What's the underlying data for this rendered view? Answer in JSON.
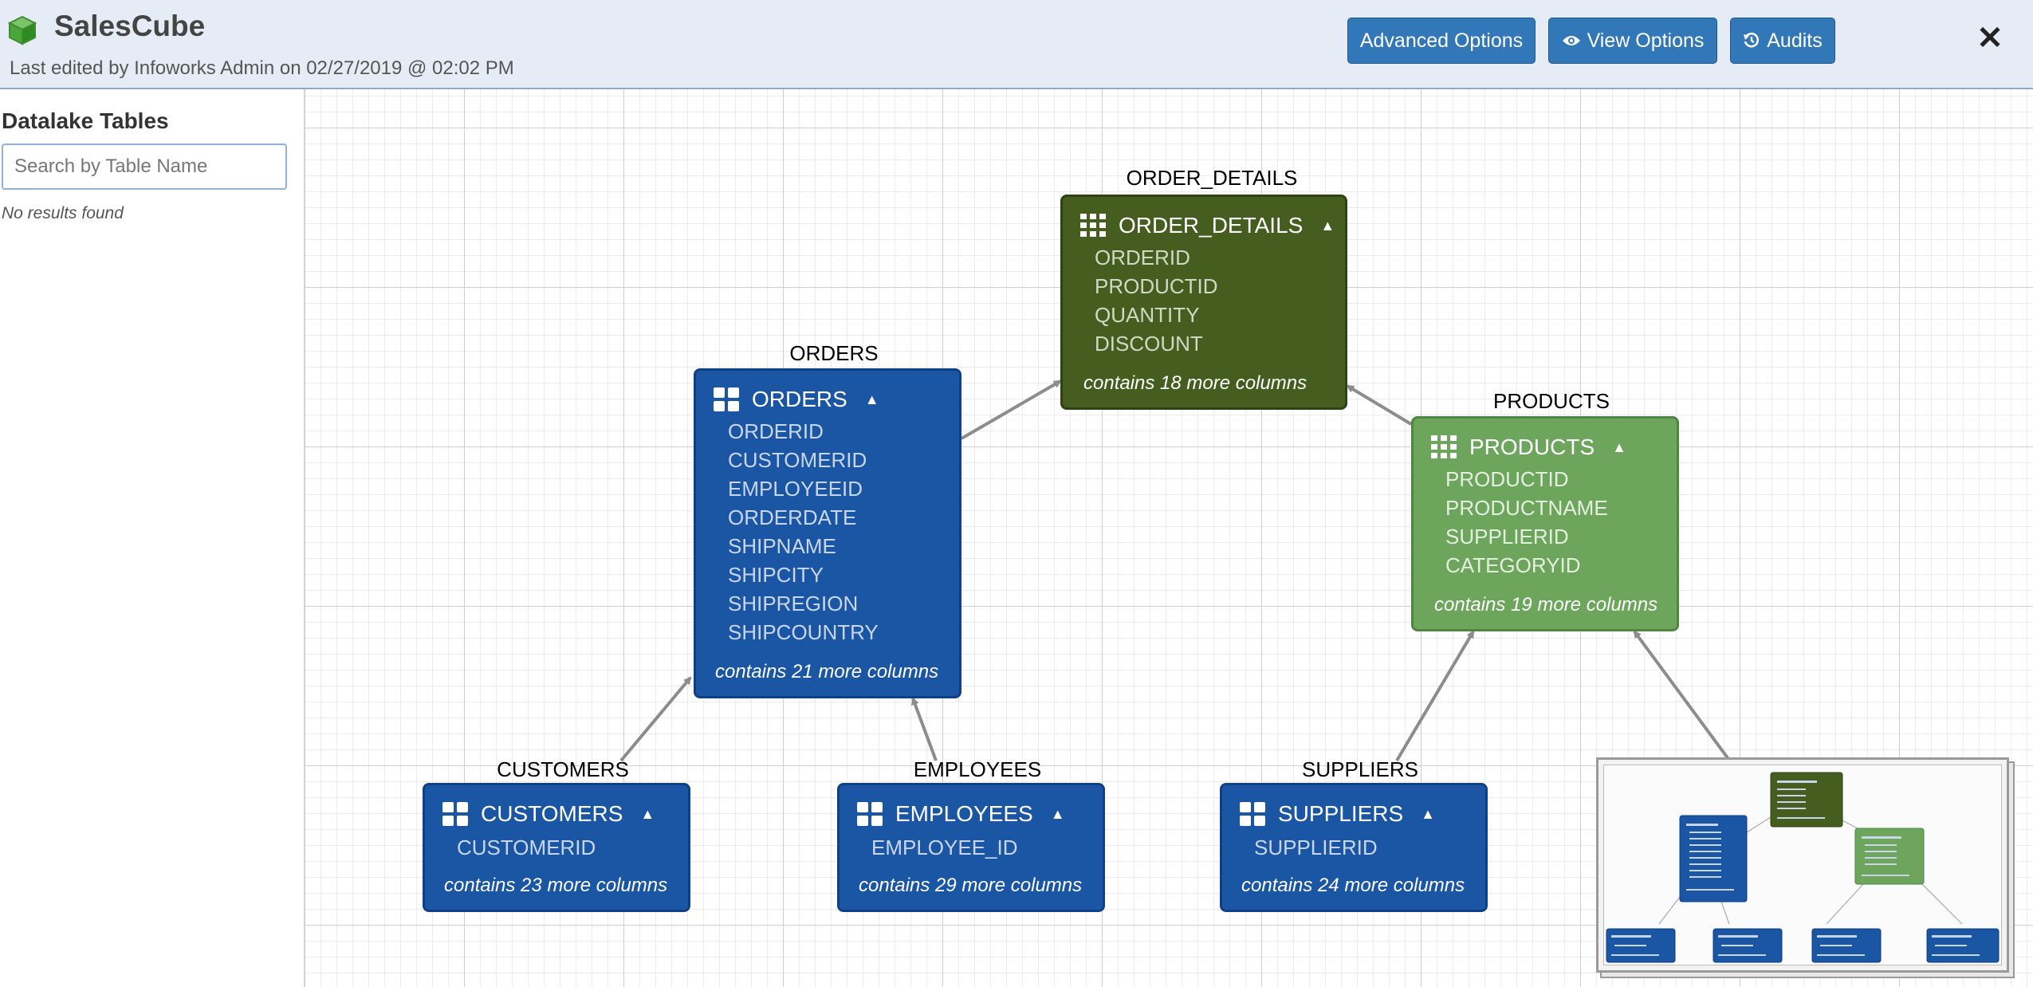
{
  "header": {
    "title": "SalesCube",
    "last_edited": "Last edited by Infoworks Admin on 02/27/2019 @ 02:02 PM",
    "buttons": {
      "advanced_options": "Advanced Options",
      "view_options": "View Options",
      "audits": "Audits"
    }
  },
  "sidebar": {
    "title": "Datalake Tables",
    "search_placeholder": "Search by Table Name",
    "search_value": "",
    "no_results": "No results found"
  },
  "colors": {
    "fact_node": "#1a56a4",
    "root_node": "#455e1f",
    "dimension_node": "#6da55c",
    "header_bg": "#e6ecf5",
    "button": "#3278b9"
  },
  "nodes": {
    "order_details": {
      "label": "ORDER_DETAILS",
      "title": "ORDER_DETAILS",
      "columns": [
        "ORDERID",
        "PRODUCTID",
        "QUANTITY",
        "DISCOUNT"
      ],
      "more": "contains 18 more columns"
    },
    "orders": {
      "label": "ORDERS",
      "title": "ORDERS",
      "columns": [
        "ORDERID",
        "CUSTOMERID",
        "EMPLOYEEID",
        "ORDERDATE",
        "SHIPNAME",
        "SHIPCITY",
        "SHIPREGION",
        "SHIPCOUNTRY"
      ],
      "more": "contains 21 more columns"
    },
    "products": {
      "label": "PRODUCTS",
      "title": "PRODUCTS",
      "columns": [
        "PRODUCTID",
        "PRODUCTNAME",
        "SUPPLIERID",
        "CATEGORYID"
      ],
      "more": "contains 19 more columns"
    },
    "customers": {
      "label": "CUSTOMERS",
      "title": "CUSTOMERS",
      "columns": [
        "CUSTOMERID"
      ],
      "more": "contains 23 more columns"
    },
    "employees": {
      "label": "EMPLOYEES",
      "title": "EMPLOYEES",
      "columns": [
        "EMPLOYEE_ID"
      ],
      "more": "contains 29 more columns"
    },
    "suppliers": {
      "label": "SUPPLIERS",
      "title": "SUPPLIERS",
      "columns": [
        "SUPPLIERID"
      ],
      "more": "contains 24 more columns"
    }
  },
  "icons": {
    "app": "cube-icon",
    "view_options": "eye-icon",
    "audits": "history-icon",
    "close": "close-icon",
    "table": "table-grid-icon",
    "collapse": "caret-up-icon"
  }
}
